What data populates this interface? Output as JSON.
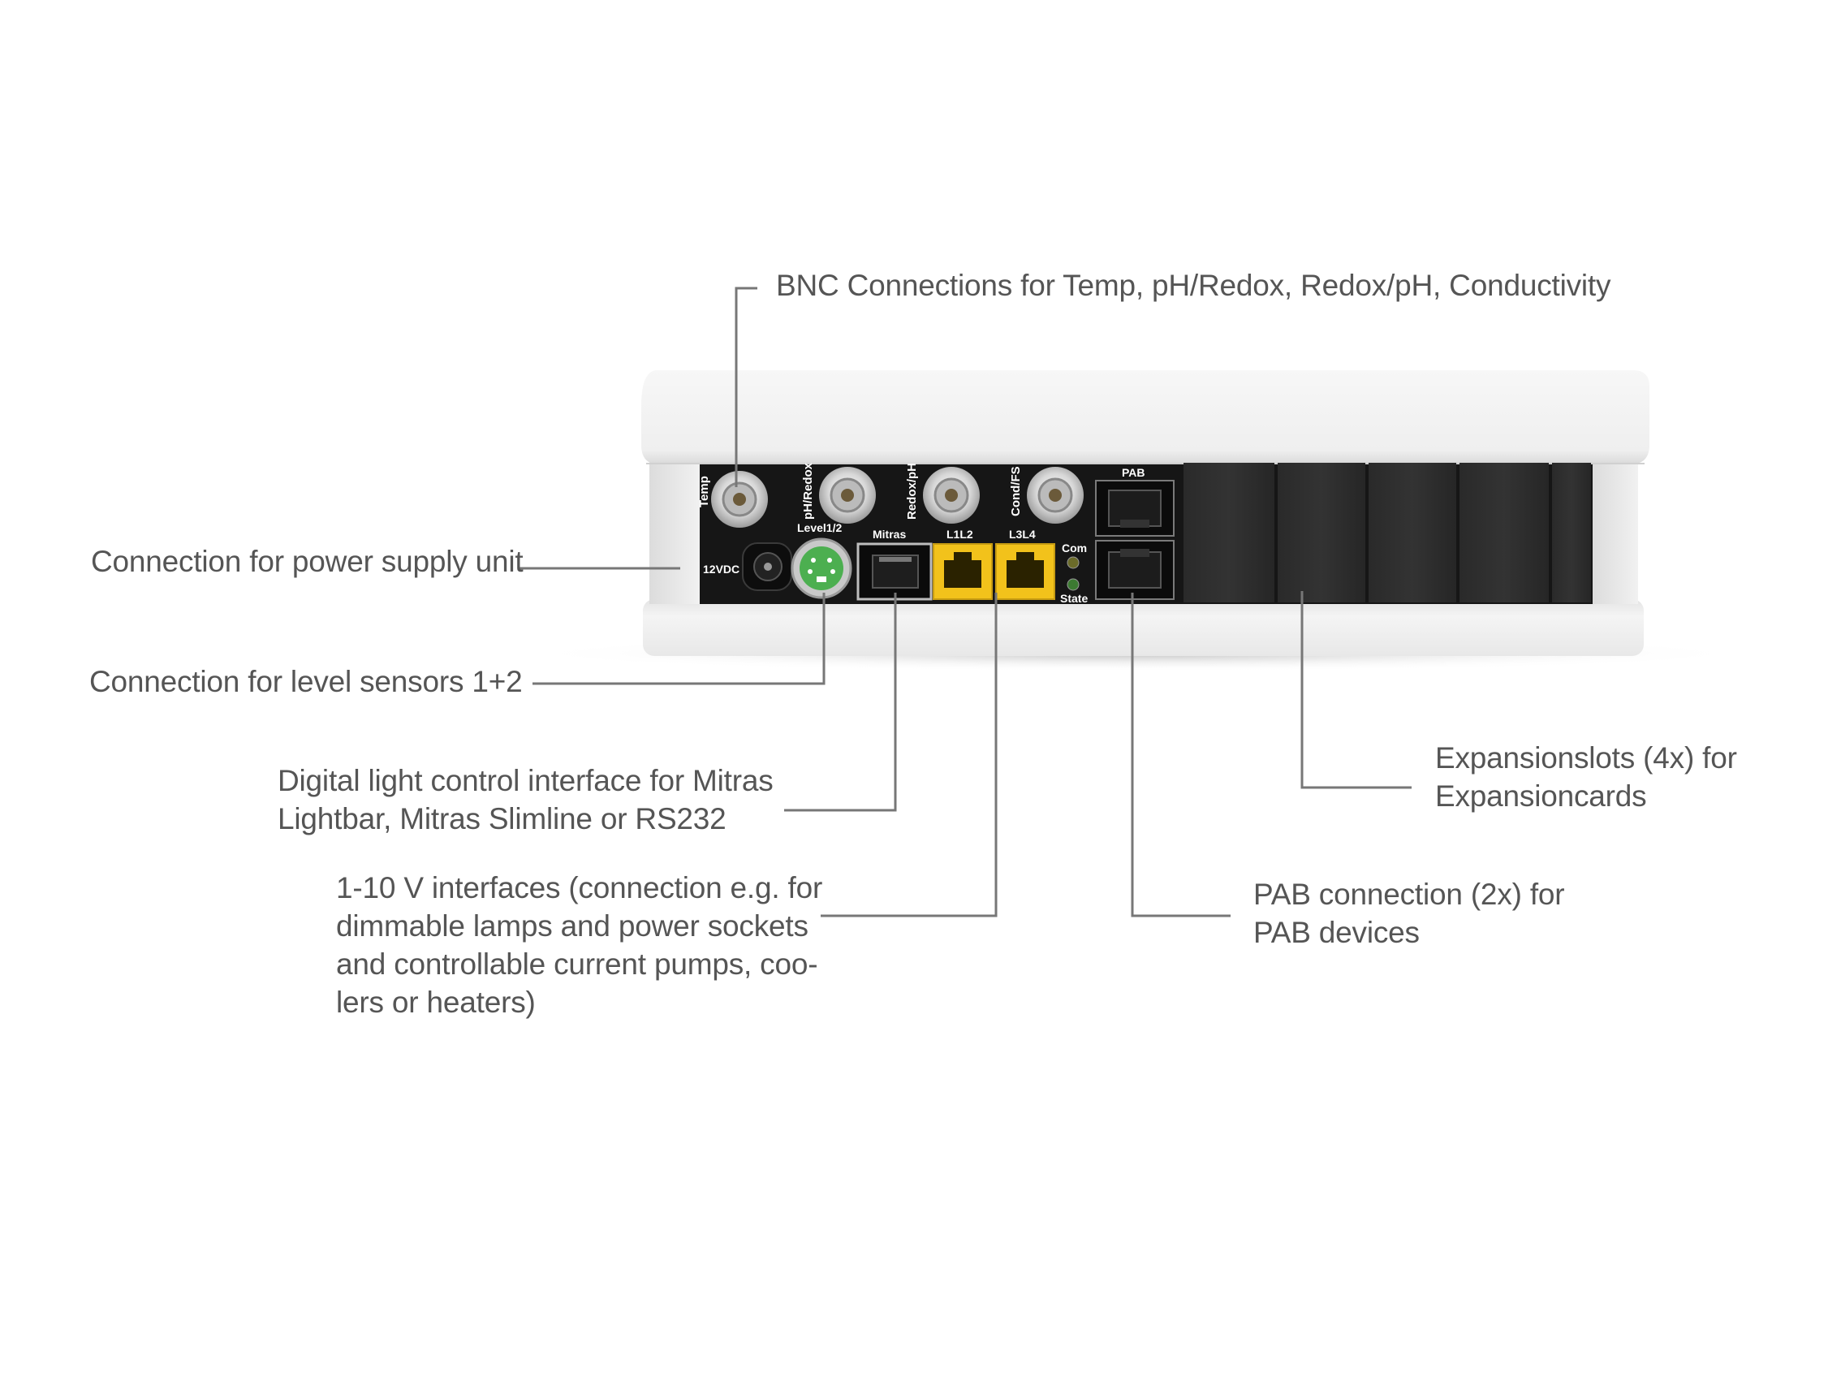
{
  "device": {
    "port_labels": {
      "temp": "Temp",
      "ph_redox": "pH/Redox",
      "redox_ph": "Redox/pH",
      "cond": "Cond/FS",
      "pab": "PAB",
      "dc": "12VDC",
      "level": "Level1/2",
      "mitras": "Mitras",
      "l1l2": "L1L2",
      "l3l4": "L3L4",
      "com": "Com",
      "state": "State"
    },
    "colors": {
      "housing": "#f2f2f2",
      "panel": "#1a1a1a",
      "port_yellow": "#f2c21b",
      "port_green": "#4caf50",
      "leader": "#777777",
      "text": "#555555"
    }
  },
  "callouts": {
    "bnc": [
      "BNC Connections for Temp, pH/Redox, Redox/pH, Conductivity"
    ],
    "power": [
      "Connection for power supply unit"
    ],
    "level": [
      "Connection for level sensors  1+2"
    ],
    "digital": [
      "Digital light control interface for Mitras",
      "Lightbar, Mitras Slimline or RS232"
    ],
    "analog": [
      "1-10 V interfaces (connection e.g. for",
      "dimmable lamps and power sockets",
      "and controllable current pumps, coo-",
      "lers or heaters)"
    ],
    "expansion": [
      "Expansionslots (4x) for",
      "Expansioncards"
    ],
    "pab": [
      "PAB connection (2x) for",
      "PAB devices"
    ]
  }
}
